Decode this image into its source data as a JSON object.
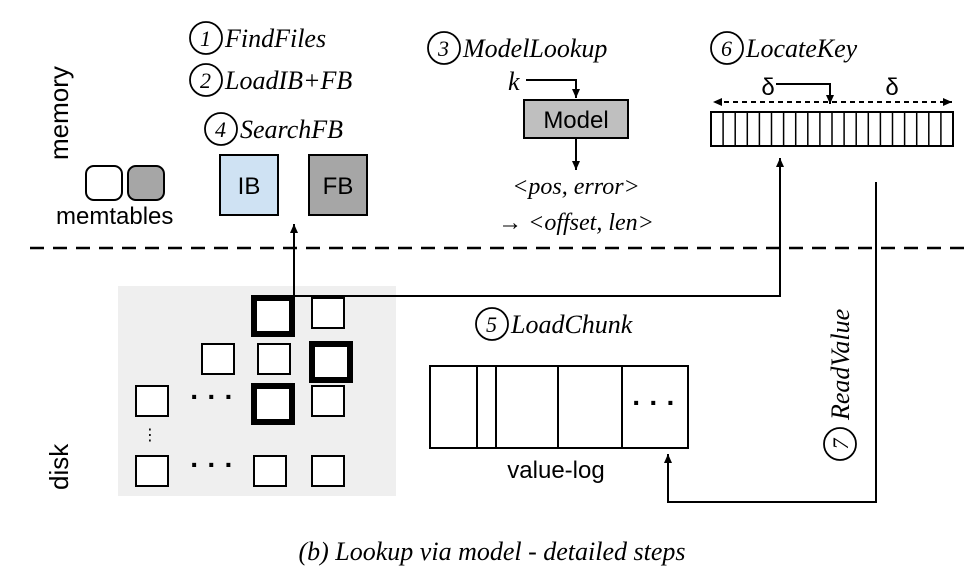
{
  "regions": {
    "memory": "memory",
    "disk": "disk"
  },
  "steps": {
    "s1": {
      "num": "1",
      "label": "FindFiles"
    },
    "s2": {
      "num": "2",
      "label": "LoadIB+FB"
    },
    "s3": {
      "num": "3",
      "label": "ModelLookup"
    },
    "s4": {
      "num": "4",
      "label": "SearchFB"
    },
    "s5": {
      "num": "5",
      "label": "LoadChunk"
    },
    "s6": {
      "num": "6",
      "label": "LocateKey"
    },
    "s7": {
      "num": "7",
      "label": "ReadValue"
    }
  },
  "memtables_label": "memtables",
  "ib_label": "IB",
  "fb_label": "FB",
  "model": {
    "input": "k",
    "label": "Model",
    "output_line1": "<pos, error>",
    "output_line2": "→ <offset, len>"
  },
  "locate": {
    "delta_left": "δ",
    "delta_right": "δ"
  },
  "value_log": {
    "label": "value-log",
    "ellipsis": "· · ·"
  },
  "lsm": {
    "ellipsis_h": "· · ·",
    "ellipsis_v": "⋮"
  },
  "caption": "(b) Lookup via model - detailed steps",
  "colors": {
    "ib_fill": "#cfe2f3",
    "fb_fill": "#a6a6a6",
    "model_fill": "#bfbfbf",
    "disk_bg": "#efefef",
    "memtable_gray": "#a6a6a6"
  }
}
